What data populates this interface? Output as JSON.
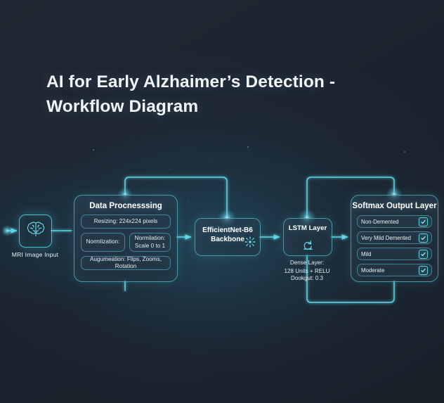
{
  "title": {
    "line1": "AI for Early Alzhaimer’s Detection -",
    "line2": "Workflow Diagram"
  },
  "colors": {
    "background": "#1d242f",
    "accent": "#5ed8e8",
    "accent_bright": "#8ef0ff",
    "text": "#f2f5f7",
    "panel_fill": "#2c3e4e"
  },
  "input": {
    "icon": "brain-icon",
    "label": "MRI Image Input"
  },
  "preprocessing": {
    "title": "Data Procnesssing",
    "items": [
      {
        "label": "Resizing: 224x224 pixels"
      },
      {
        "label": "Normlization:"
      },
      {
        "label": "Normilation:\nScale 0 to 1"
      },
      {
        "label": "Augumeation: Flips, Zooms, Rotation"
      }
    ]
  },
  "backbone": {
    "label": "EfficientNet-B6\nBackbone",
    "icon": "neural-burst-icon"
  },
  "lstm": {
    "label": "LSTM Layer",
    "icon": "recurrent-loop-icon",
    "dense_layer": "Dense Layer:\n128 Units + RELU",
    "dropout": "Dookgut: 0.3"
  },
  "output": {
    "title": "Softmax Output Layer",
    "classes": [
      {
        "label": "Non-Demented",
        "checked": true
      },
      {
        "label": "Very Mild Demented",
        "checked": true
      },
      {
        "label": "Mild",
        "checked": true
      },
      {
        "label": "Moderate",
        "checked": true
      }
    ]
  }
}
